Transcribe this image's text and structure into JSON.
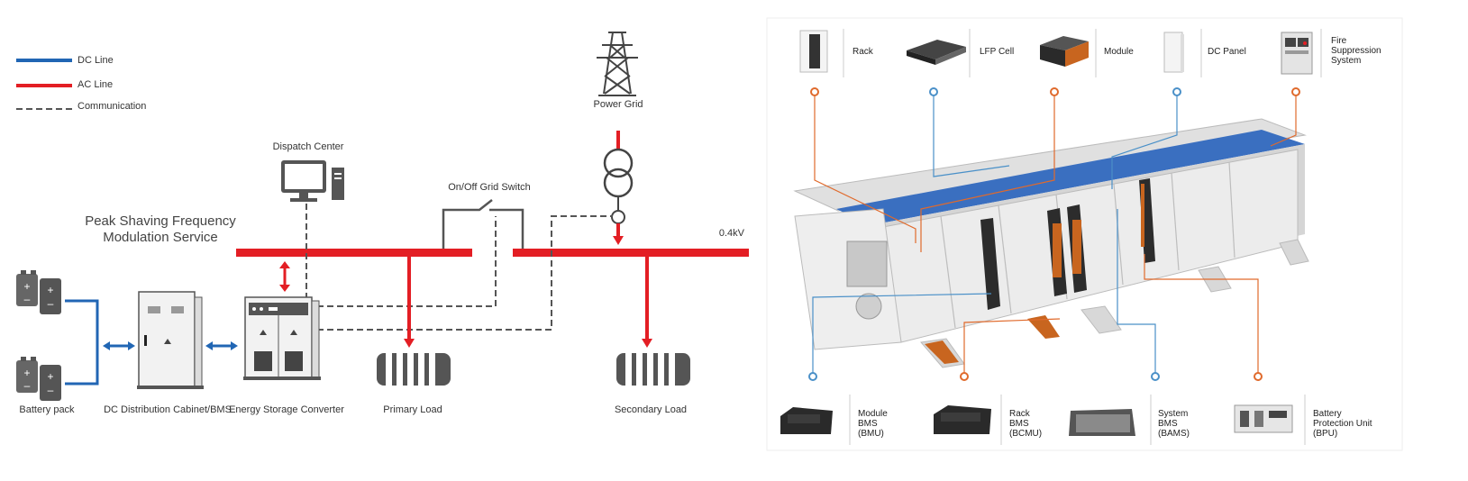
{
  "legend": {
    "dc_line": "DC Line",
    "ac_line": "AC Line",
    "communication": "Communication"
  },
  "colors": {
    "dc": "#2166b4",
    "ac": "#e31e24",
    "comm": "#555555",
    "orange_callout": "#e06a2c",
    "blue_callout": "#4a90c8",
    "container_top": "#3a6fc0"
  },
  "left": {
    "power_grid": "Power Grid",
    "dispatch_center": "Dispatch Center",
    "on_off_grid_switch": "On/Off Grid Switch",
    "service_line1": "Peak Shaving Frequency",
    "service_line2": "Modulation Service",
    "voltage": "0.4kV",
    "battery_pack": "Battery pack",
    "dc_cabinet": "DC Distribution Cabinet/BMS",
    "converter": "Energy Storage Converter",
    "primary_load": "Primary Load",
    "secondary_load": "Secondary Load"
  },
  "top_components": [
    {
      "icon": "rack-icon",
      "label": [
        "Rack"
      ]
    },
    {
      "icon": "lfp-cell-icon",
      "label": [
        "LFP Cell"
      ]
    },
    {
      "icon": "module-icon",
      "label": [
        "Module"
      ]
    },
    {
      "icon": "dc-panel-icon",
      "label": [
        "DC Panel"
      ]
    },
    {
      "icon": "fire-suppression-icon",
      "label": [
        "Fire",
        "Suppression",
        "System"
      ]
    }
  ],
  "bottom_components": [
    {
      "icon": "bmu-icon",
      "label": [
        "Module",
        "BMS",
        "(BMU)"
      ]
    },
    {
      "icon": "bcmu-icon",
      "label": [
        "Rack",
        "BMS",
        "(BCMU)"
      ]
    },
    {
      "icon": "bams-icon",
      "label": [
        "System",
        "BMS",
        "(BAMS)"
      ]
    },
    {
      "icon": "bpu-icon",
      "label": [
        "Battery",
        "Protection Unit",
        "(BPU)"
      ]
    }
  ]
}
